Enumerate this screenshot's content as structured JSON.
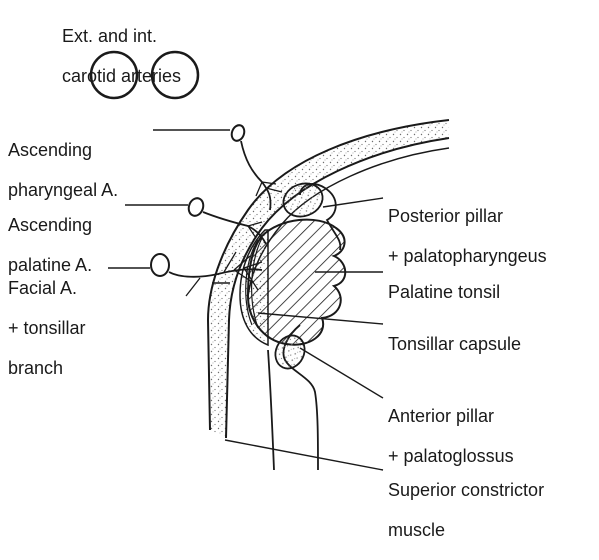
{
  "diagram": {
    "labels": {
      "carotid_line1": "Ext. and int.",
      "carotid_line2": "carotid arteries",
      "asc_pharyngeal_line1": "Ascending",
      "asc_pharyngeal_line2": "pharyngeal A.",
      "asc_palatine_line1": "Ascending",
      "asc_palatine_line2": "palatine A.",
      "facial_line1": "Facial A.",
      "facial_line2": "+ tonsillar",
      "facial_line3": "branch",
      "posterior_pillar_line1": "Posterior pillar",
      "posterior_pillar_line2": "+ palatopharyngeus",
      "palatine_tonsil": "Palatine tonsil",
      "tonsillar_capsule": "Tonsillar capsule",
      "anterior_pillar_line1": "Anterior pillar",
      "anterior_pillar_line2": "+ palatoglossus",
      "superior_constrictor_line1": "Superior constrictor",
      "superior_constrictor_line2": "muscle"
    },
    "colors": {
      "ink": "#1a1a1a",
      "stipple": "#8a8a8a",
      "background": "#ffffff"
    }
  }
}
